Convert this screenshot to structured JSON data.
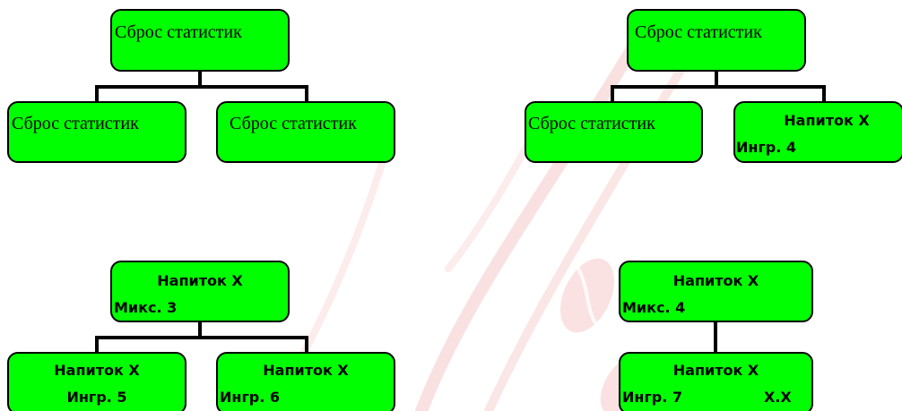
{
  "diagrams": [
    {
      "root": {
        "text": "Сброс статистик"
      },
      "children": [
        {
          "text": "Сброс статистик"
        },
        {
          "text": "Сброс статистик"
        }
      ]
    },
    {
      "root": {
        "text": "Сброс статистик"
      },
      "children": [
        {
          "text": "Сброс статистик"
        },
        {
          "line1": "Напиток X",
          "line2": "Ингр. 4"
        }
      ]
    },
    {
      "root": {
        "line1": "Напиток X",
        "line2": "Микс. 3"
      },
      "children": [
        {
          "line1": "Напиток X",
          "line2": "Ингр. 5"
        },
        {
          "line1": "Напиток X",
          "line2": "Ингр. 6"
        }
      ]
    },
    {
      "root": {
        "line1": "Напиток X",
        "line2": "Микс. 4"
      },
      "children": [
        {
          "line1": "Напиток X",
          "line2": "Ингр. 7",
          "line2_extra": "X.X"
        }
      ]
    }
  ],
  "colors": {
    "node_fill": "#00ff00",
    "node_border": "#000000",
    "connector": "#000000",
    "watermark": "#f3c0c0"
  },
  "watermark": {
    "icon": "coffee-bean-watermark"
  }
}
